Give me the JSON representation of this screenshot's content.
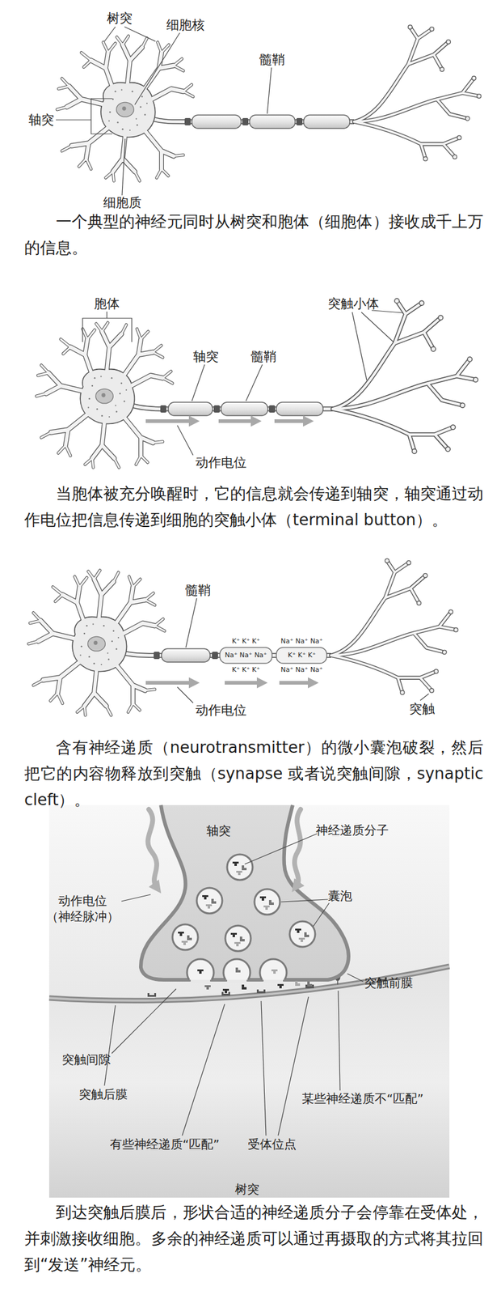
{
  "diagram": {
    "labels": [
      "树突",
      "细胞核",
      "髓鞘",
      "轴突",
      "细胞质",
      "一个典型的神经元同时从树突和胞体（细胞体）接收成千上万的信息。",
      "胞体",
      "突触小体",
      "轴突",
      "髓鞘",
      "动作电位",
      "当胞体被充分唤醒时，它的信息就会传递到轴突，轴突通过动作电位把信息传递到细胞的突触小体（terminal button）。",
      "髓鞘",
      "K⁺ K⁺ K⁺",
      "Na⁺ Na⁺ Na⁺",
      "K⁺ K⁺ K⁺",
      "Na⁺ Na⁺ Na⁺",
      "K⁺ K⁺ K⁺",
      "Na⁺ Na⁺ Na⁺",
      "动作电位",
      "突触",
      "含有神经递质（neurotransmitter）的微小囊泡破裂，然后把它的内容物释放到突触（synapse 或者说突触间隙，synaptic cleft）。",
      "轴突",
      "神经递质分子",
      "动作电位 （神经脉冲）",
      "囊泡",
      "突触前膜",
      "突触间隙",
      "突触后膜",
      "某些神经递质不“匹配”",
      "有些神经递质“匹配”",
      "受体位点",
      "树突",
      "到达突触后膜后，形状合适的神经递质分子会停靠在受体处，并刺激接收细胞。多余的神经递质可以通过再摄取的方式将其拉回到“发送”神经元。"
    ]
  }
}
